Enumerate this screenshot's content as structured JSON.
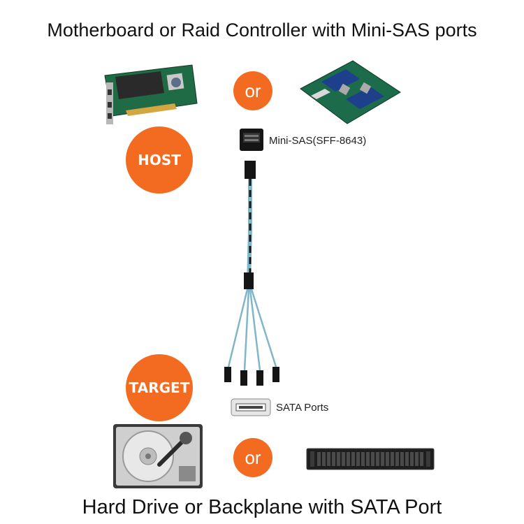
{
  "titles": {
    "top": "Motherboard or Raid Controller with Mini-SAS ports",
    "bottom": "Hard Drive or Backplane with SATA Port"
  },
  "badges": {
    "or_top": "or",
    "host": "HOST",
    "target": "TARGET",
    "or_bottom": "or"
  },
  "labels": {
    "mini_sas": "Mini-SAS(SFF-8643)",
    "sata_ports": "SATA Ports"
  },
  "colors": {
    "accent": "#F36B21",
    "cable_blue": "#7FB6C9",
    "cable_black": "#151515",
    "pcb_green": "#1F6B45",
    "board_blue": "#1E3F8C"
  },
  "icons": {
    "raid_card": "raid-controller-card-icon",
    "motherboard": "server-motherboard-icon",
    "connector": "mini-sas-connector-icon",
    "cable": "breakout-cable-icon",
    "sata_port": "sata-port-icon",
    "hard_drive": "hard-drive-icon",
    "backplane": "backplane-enclosure-icon"
  }
}
